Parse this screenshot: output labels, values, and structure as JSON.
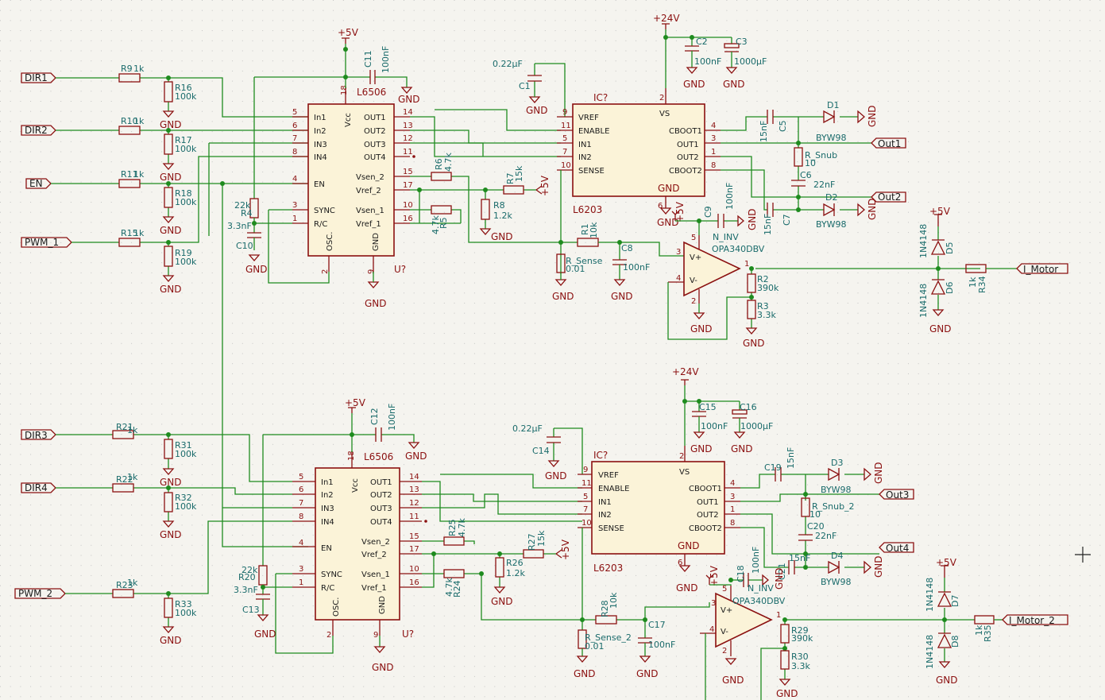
{
  "colors": {
    "wire": "#1e8b1e",
    "body": "#8b1010",
    "fill": "#fbf3d8",
    "label": "#1a6b6b",
    "grid": "#c8c8c8"
  },
  "ports": {
    "dir1": "DIR1",
    "dir2": "DIR2",
    "en": "EN",
    "pwm1": "PWM_1",
    "dir3": "DIR3",
    "dir4": "DIR4",
    "pwm2": "PWM_2",
    "out1": "Out1",
    "out2": "Out2",
    "out3": "Out3",
    "out4": "Out4",
    "imotor": "I_Motor",
    "imotor2": "I_Motor_2"
  },
  "power": {
    "gnd": "GND",
    "p5v": "+5V",
    "p24v": "+24V",
    "ninv": "N_INV"
  },
  "chips": {
    "u_ref": "U?",
    "l6506": {
      "name": "L6506",
      "pins_left": [
        "In1",
        "In2",
        "IN3",
        "IN4",
        "EN",
        "SYNC",
        "R/C"
      ],
      "pins_left_num": [
        "5",
        "6",
        "7",
        "8",
        "4",
        "3",
        "1"
      ],
      "pins_right": [
        "OUT1",
        "OUT2",
        "OUT3",
        "OUT4",
        "Vsen_2",
        "Vref_2",
        "Vsen_1",
        "Vref_1"
      ],
      "pins_right_num": [
        "14",
        "13",
        "12",
        "11",
        "15",
        "17",
        "10",
        "16"
      ],
      "vcc": "Vcc",
      "vcc_num": "18",
      "gnd_lbl": "GND",
      "gnd_num": "9",
      "osc": "OSC.",
      "osc_num": "2"
    },
    "l6203": {
      "ref": "IC?",
      "name": "L6203",
      "pins_left": [
        "VREF",
        "ENABLE",
        "IN1",
        "IN2",
        "SENSE"
      ],
      "pins_left_num": [
        "9",
        "11",
        "5",
        "7",
        "10"
      ],
      "pins_right": [
        "CBOOT1",
        "OUT1",
        "OUT2",
        "CBOOT2"
      ],
      "pins_right_num": [
        "4",
        "3",
        "1",
        "8"
      ],
      "vs": "VS",
      "vs_num": "2",
      "gnd_lbl": "GND",
      "gnd_num": "6"
    },
    "opamp": {
      "name": "OPA340DBV",
      "vplus": "V+",
      "vminus": "V-",
      "n5": "5",
      "n2": "2",
      "n3": "3",
      "n4": "4",
      "n1": "1"
    }
  },
  "top": {
    "r9": "R9",
    "r10": "R10",
    "r11": "R11",
    "r15": "R15",
    "v1k": "1k",
    "r16": "R16",
    "r17": "R17",
    "r18": "R18",
    "r19": "R19",
    "v100k": "100k",
    "r4": "R4",
    "v22k": "22k",
    "c10": "C10",
    "v3n3": "3.3nF",
    "c11": "C11",
    "v100n": "100nF",
    "r6": "R6",
    "v4k7": "4.7k",
    "r5": "R5",
    "r7": "R7",
    "v15k": "15k",
    "r8": "R8",
    "v1k2": "1.2k",
    "c1": "C1",
    "v022u": "0.22µF",
    "c2": "C2",
    "c3": "C3",
    "v1000u": "1000µF",
    "r1": "R1",
    "v10k": "10k",
    "rsense": "R_Sense",
    "v001": "0.01",
    "c8": "C8",
    "c5": "C5",
    "v15n": "15nF",
    "c6": "C6",
    "v22n": "22nF",
    "c7": "C7",
    "rsnub": "R_Snub",
    "v10": "10",
    "c9": "C9",
    "d1": "D1",
    "d2": "D2",
    "byw98": "BYW98",
    "r2": "R2",
    "v390k": "390k",
    "r3": "R3",
    "v3k3": "3.3k",
    "d5": "D5",
    "d6": "D6",
    "n4148": "1N4148",
    "r34": "R34"
  },
  "bottom": {
    "r21": "R21",
    "r22": "R22",
    "r23": "R23",
    "r31": "R31",
    "r32": "R32",
    "r33": "R33",
    "r20": "R20",
    "c13": "C13",
    "c12": "C12",
    "r25": "R25",
    "r24": "R24",
    "r27": "R27",
    "r26": "R26",
    "c14": "C14",
    "c15": "C15",
    "c16": "C16",
    "r28": "R28",
    "rsense2": "R_Sense_2",
    "c17": "C17",
    "c19": "C19",
    "c20": "C20",
    "c21": "C21",
    "rsnub2": "R_Snub_2",
    "c18": "C18",
    "d3": "D3",
    "d4": "D4",
    "r29": "R29",
    "r30": "R30",
    "d7": "D7",
    "d8": "D8",
    "r35": "R35"
  }
}
